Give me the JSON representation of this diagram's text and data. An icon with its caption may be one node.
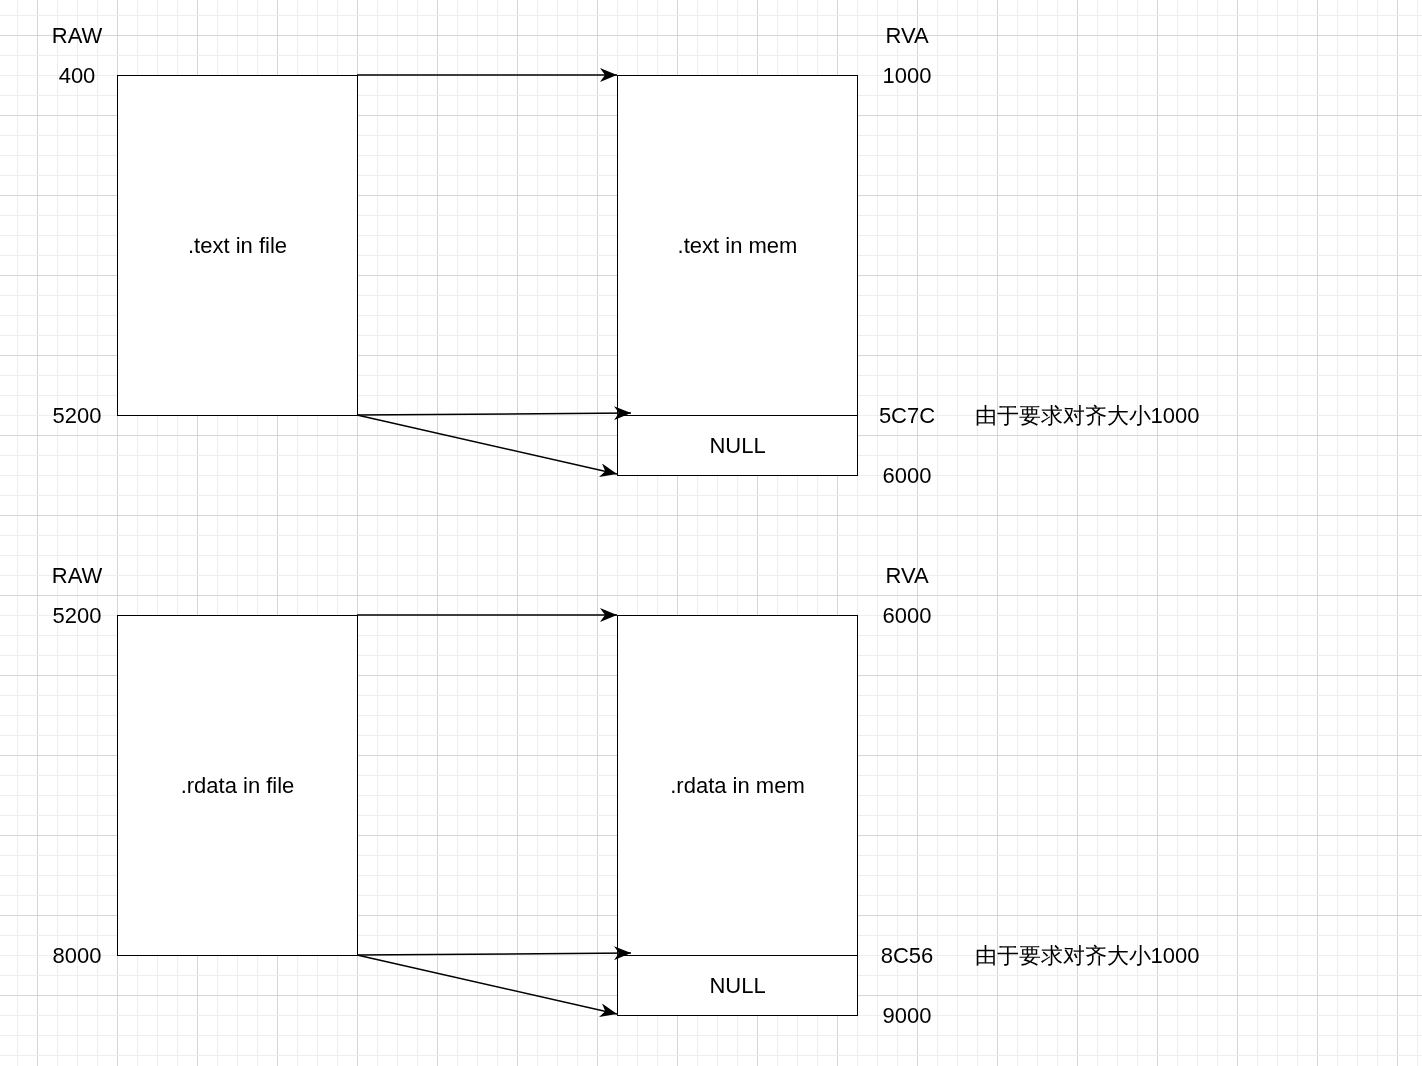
{
  "diagram": {
    "nodes": [
      {
        "text": [
          ".text in file"
        ]
      },
      {
        "text": [
          ".text in mem"
        ]
      },
      {
        "text": [
          "NULL"
        ]
      },
      {
        "text": [
          ".rdata in file"
        ]
      },
      {
        "text": [
          ".rdata in mem"
        ]
      },
      {
        "text": [
          "NULL"
        ]
      }
    ],
    "edges": [
      {
        "from": 0,
        "to": 1,
        "arrow": "to"
      },
      {
        "from": 0,
        "to": 1,
        "arrow": "to"
      },
      {
        "from": 0,
        "to": 2,
        "arrow": "to"
      },
      {
        "from": 3,
        "to": 4,
        "arrow": "to"
      },
      {
        "from": 3,
        "to": 4,
        "arrow": "to"
      },
      {
        "from": 3,
        "to": 5,
        "arrow": "to"
      }
    ],
    "labels": [
      "RAW",
      "RVA",
      "400",
      "1000",
      "5200",
      "5C7C",
      "由于要求对齐大小1000",
      "6000",
      "RAW",
      "RVA",
      "5200",
      "6000",
      "8000",
      "8C56",
      "由于要求对齐大小1000",
      "9000"
    ]
  }
}
